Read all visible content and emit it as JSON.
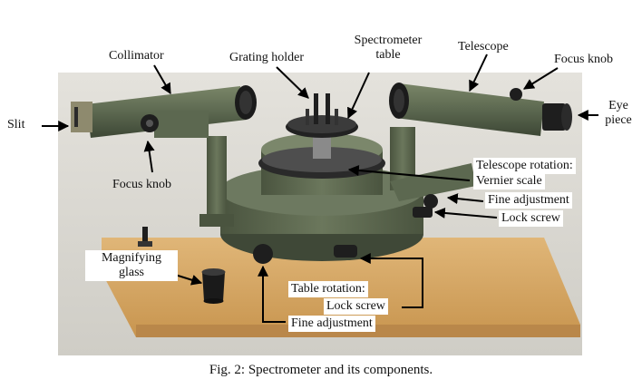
{
  "labels": {
    "slit": "Slit",
    "collimator": "Collimator",
    "grating_holder": "Grating holder",
    "spectrometer_table_line1": "Spectrometer",
    "spectrometer_table_line2": "table",
    "telescope": "Telescope",
    "focus_knob_telescope": "Focus knob",
    "eye_piece_line1": "Eye",
    "eye_piece_line2": "piece",
    "focus_knob_collimator": "Focus knob",
    "telescope_rotation": "Telescope rotation:",
    "vernier_scale": "Vernier scale",
    "fine_adjustment_telescope": "Fine adjustment",
    "lock_screw_telescope": "Lock screw",
    "magnifying_glass_line1": "Magnifying",
    "magnifying_glass_line2": "glass",
    "table_rotation": "Table rotation:",
    "lock_screw_table": "Lock screw",
    "fine_adjustment_table": "Fine adjustment"
  },
  "caption": "Fig. 2: Spectrometer and its components.",
  "colors": {
    "background": "#d9d7d0",
    "instrument": "#5f6b52",
    "instrument_dark": "#3f4837",
    "base_board": "#d6a868",
    "knob": "#1e1e1e"
  }
}
